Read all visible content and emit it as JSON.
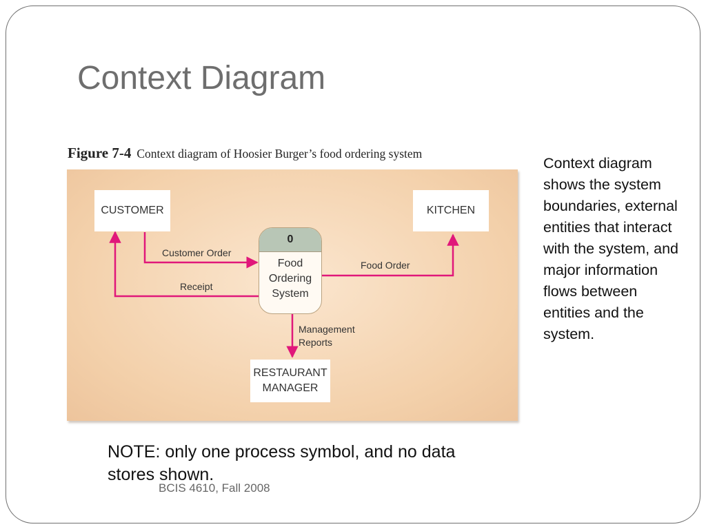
{
  "slide": {
    "title": "Context Diagram",
    "figure_number": "Figure 7-4",
    "figure_caption": "Context diagram of Hoosier Burger’s food ordering system",
    "side_text": "Context diagram shows the system boundaries, external entities that interact with the system, and major information flows between entities and the system.",
    "note": "NOTE: only one process symbol, and no data stores shown.",
    "footer": "BCIS 4610, Fall 2008"
  },
  "diagram": {
    "entities": {
      "customer": "CUSTOMER",
      "kitchen": "KITCHEN",
      "restaurant_manager_line1": "RESTAURANT",
      "restaurant_manager_line2": "MANAGER"
    },
    "process": {
      "id": "0",
      "name_line1": "Food",
      "name_line2": "Ordering",
      "name_line3": "System"
    },
    "flows": {
      "customer_order": "Customer Order",
      "receipt": "Receipt",
      "food_order": "Food Order",
      "management_reports_line1": "Management",
      "management_reports_line2": "Reports"
    },
    "colors": {
      "flow_arrow": "#e0177a",
      "panel_background": "#f3d0aa",
      "process_header": "#b8c6b6"
    }
  }
}
